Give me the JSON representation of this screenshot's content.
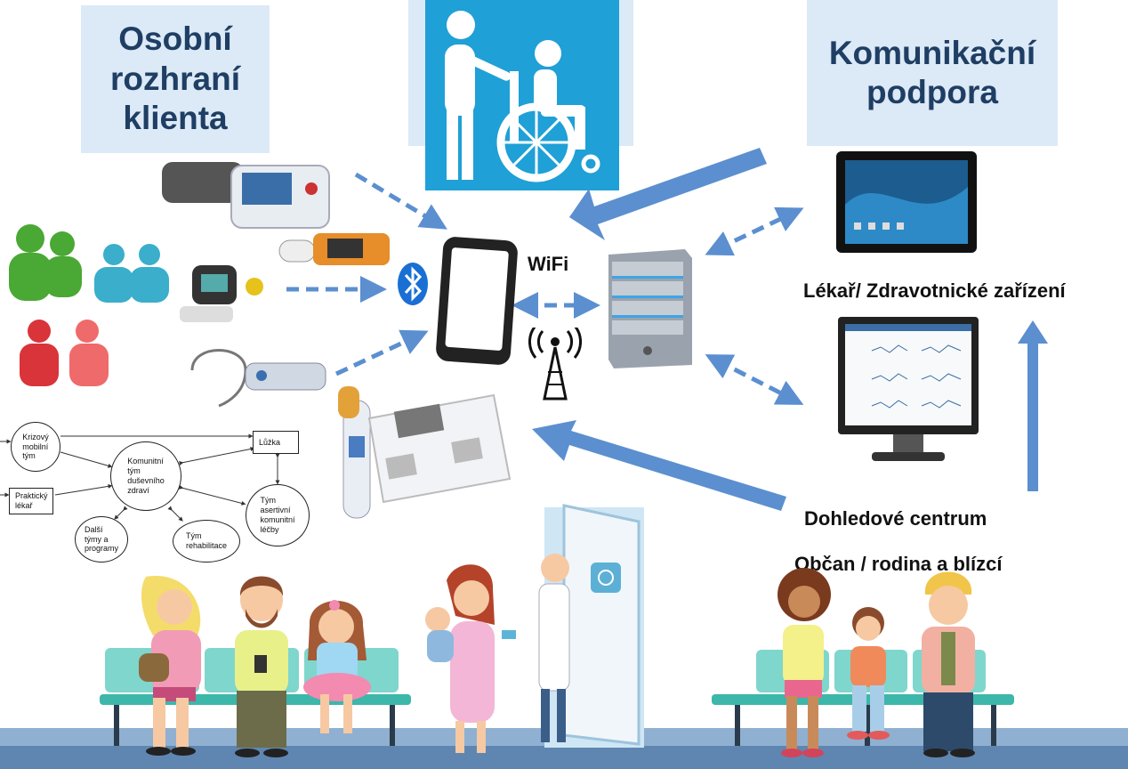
{
  "titles": {
    "client": "Osobní\nrozhraní\nklienta",
    "comm": "Komunikační\npodpora"
  },
  "labels": {
    "wifi": "WiFi",
    "doctor": "Lékař/ Zdravotnické zařízení",
    "monitoring": "Dohledové centrum",
    "citizen": "Občan / rodina a blízcí"
  },
  "team_diagram": {
    "crisis": "Krizový\nmobilní\ntým",
    "gp": "Praktický\nlékař",
    "community": "Komunitní\ntým\nduševního\nzdraví",
    "beds": "Lůžka",
    "act": "Tým\nasertivní\nkomunitní\nléčby",
    "rehab": "Tým\nrehabilitace",
    "other": "Další\ntýmy a\nprogramy"
  },
  "colors": {
    "arrow": "#5b8fd0",
    "title_bg": "#dce9f7",
    "title_text": "#1f3e63",
    "wheelchair_bg": "#1fa0d6"
  }
}
